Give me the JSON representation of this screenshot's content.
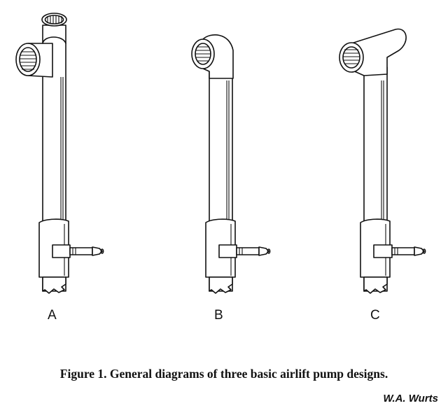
{
  "labels": {
    "a": "A",
    "b": "B",
    "c": "C"
  },
  "caption": "Figure 1.  General diagrams of three basic airlift pump designs.",
  "credit": "W.A. Wurts",
  "colors": {
    "line": "#111111",
    "background": "#ffffff"
  }
}
